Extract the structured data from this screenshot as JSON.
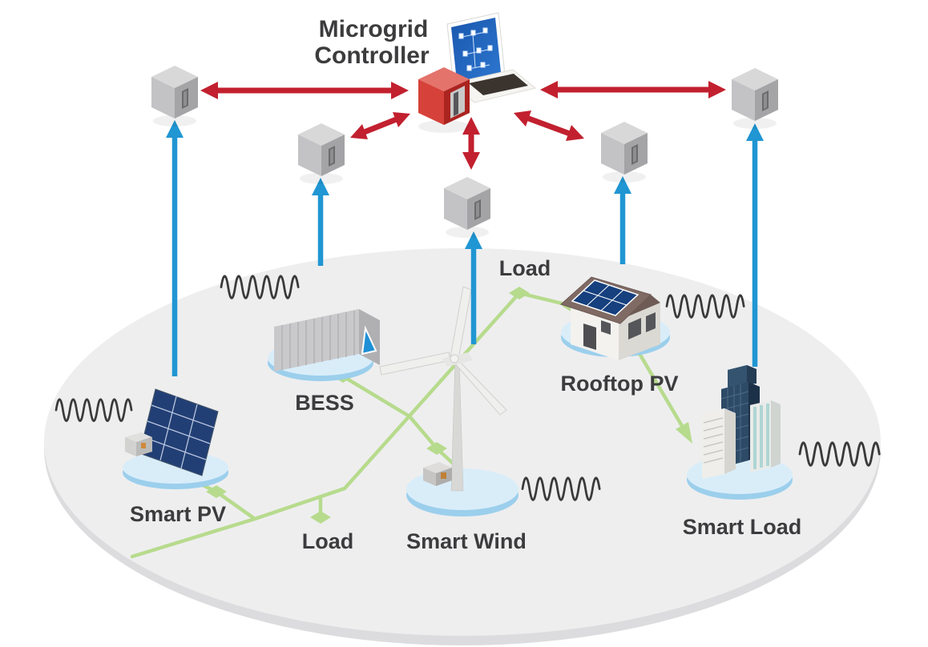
{
  "diagram": {
    "title": {
      "line1": "Microgrid",
      "line2": "Controller"
    },
    "controller": {
      "name": "Microgrid Controller"
    },
    "gateways": [
      "gateway-1",
      "gateway-2",
      "gateway-3",
      "gateway-4",
      "gateway-5"
    ],
    "devices": [
      {
        "id": "smart-pv",
        "label": "Smart PV"
      },
      {
        "id": "bess",
        "label": "BESS"
      },
      {
        "id": "smart-wind",
        "label": "Smart Wind"
      },
      {
        "id": "rooftop-pv",
        "label": "Rooftop PV"
      },
      {
        "id": "smart-load",
        "label": "Smart Load"
      }
    ],
    "loads": [
      {
        "id": "load-feeder-bottom",
        "label": "Load"
      },
      {
        "id": "load-feeder-top",
        "label": "Load"
      }
    ],
    "colors": {
      "control_link_red": "#c2202f",
      "telemetry_link_blue": "#2096d3",
      "power_line_green": "#b7db8d",
      "platform_top_blue": "#d9edf9",
      "platform_rim_blue": "#9bcfec",
      "ground_top": "#eeeeef",
      "ground_rim": "#dcdcde",
      "label_text": "#3c3c3e",
      "controller_red": "#d6423a",
      "waveform_dark": "#3a3a3a"
    }
  }
}
